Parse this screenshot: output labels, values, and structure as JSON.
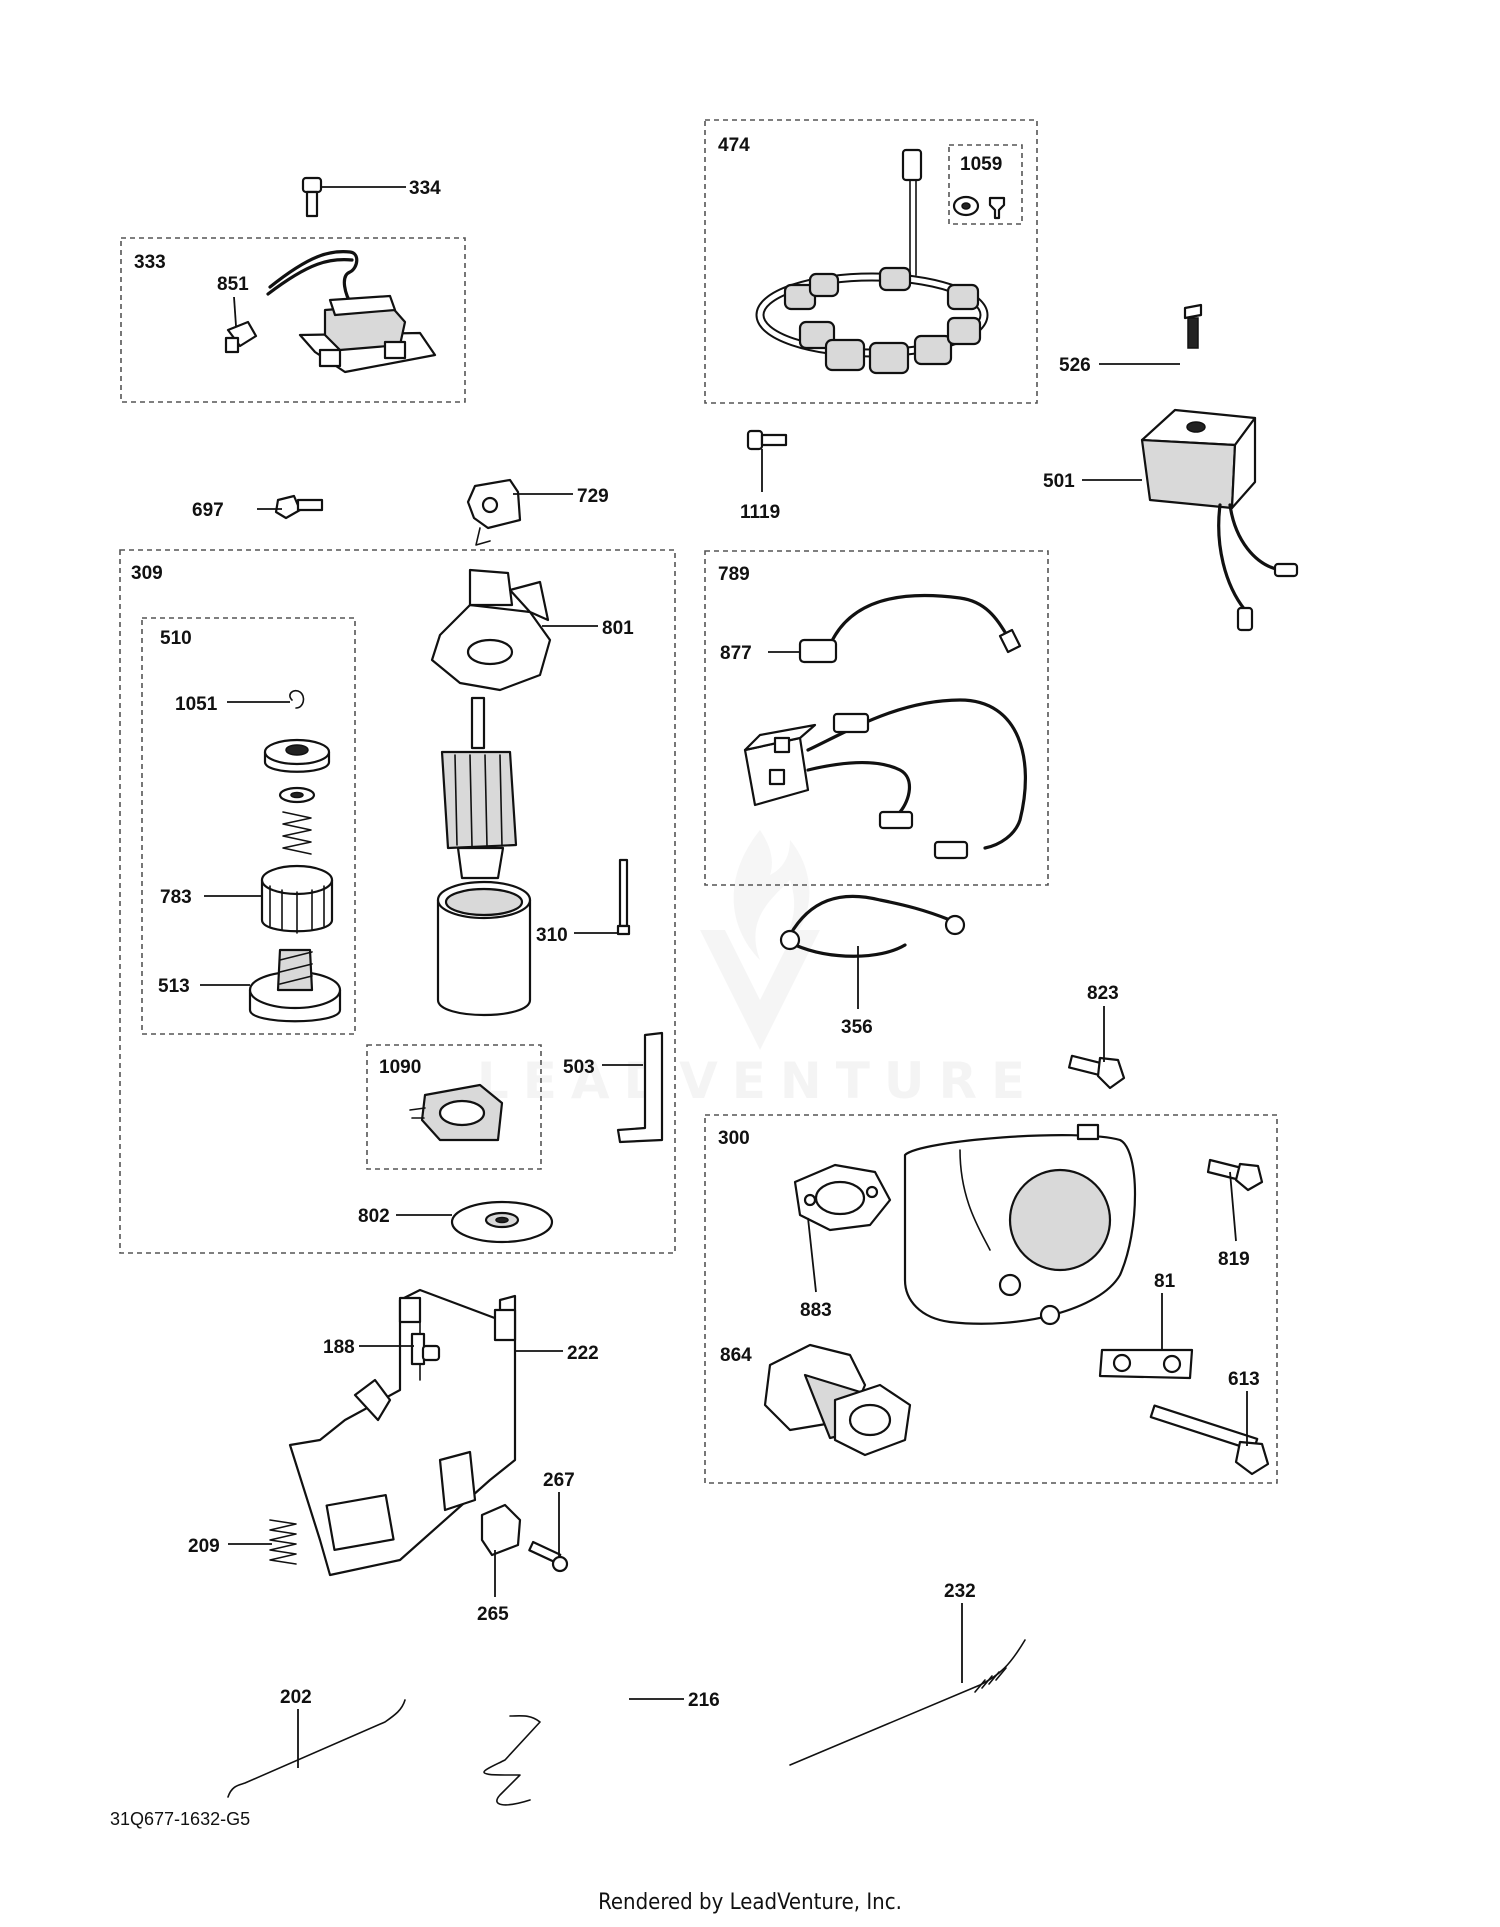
{
  "watermark": "LEADVENTURE",
  "diagram_id": "31Q677-1632-G5",
  "footer": "Rendered by LeadVenture, Inc.",
  "callouts": {
    "c334": "334",
    "c333": "333",
    "c851": "851",
    "c474": "474",
    "c1059": "1059",
    "c526": "526",
    "c501": "501",
    "c1119": "1119",
    "c697": "697",
    "c729": "729",
    "c309": "309",
    "c510": "510",
    "c801": "801",
    "c1051": "1051",
    "c783": "783",
    "c513": "513",
    "c310": "310",
    "c1090": "1090",
    "c503": "503",
    "c802": "802",
    "c789": "789",
    "c877": "877",
    "c356": "356",
    "c823": "823",
    "c300": "300",
    "c819": "819",
    "c883": "883",
    "c81": "81",
    "c864": "864",
    "c613": "613",
    "c188": "188",
    "c222": "222",
    "c209": "209",
    "c267": "267",
    "c265": "265",
    "c232": "232",
    "c202": "202",
    "c216": "216"
  }
}
